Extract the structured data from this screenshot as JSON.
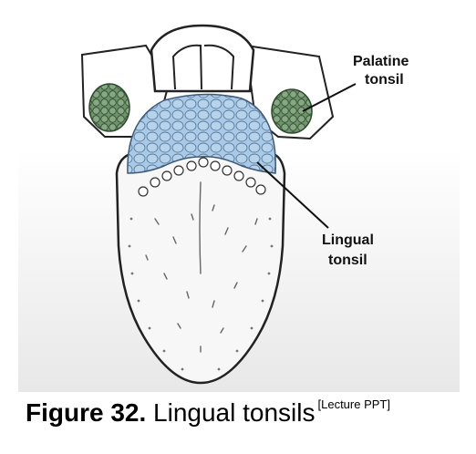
{
  "diagram": {
    "labels": {
      "palatine": [
        "Palatine",
        "tonsil"
      ],
      "lingual": [
        "Lingual",
        "tonsil"
      ]
    }
  },
  "caption": {
    "figure_number": "Figure 32.",
    "text": "Lingual tonsils",
    "source": "[Lecture PPT]"
  },
  "colors": {
    "lingual_tonsil": "#a9c9e6",
    "palatine_tonsil": "#7fa07c",
    "outline": "#222222",
    "background_fade": "#ececec"
  }
}
